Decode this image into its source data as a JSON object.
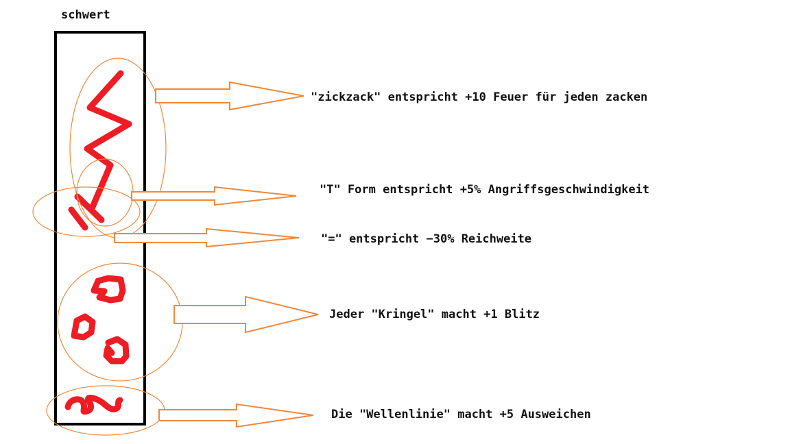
{
  "title": "schwert",
  "annotations": [
    {
      "id": "zickzack",
      "text": "\"zickzack\" entspricht +10 Feuer für jeden zacken"
    },
    {
      "id": "t-form",
      "text": "\"T\" Form entspricht +5% Angriffsgeschwindigkeit"
    },
    {
      "id": "gleich",
      "text": "\"=\" entspricht −30% Reichweite"
    },
    {
      "id": "kringel",
      "text": "Jeder \"Kringel\" macht +1 Blitz"
    },
    {
      "id": "wellenlinie",
      "text": "Die \"Wellenlinie\" macht +5 Ausweichen"
    }
  ],
  "colors": {
    "outline": "#000000",
    "symbol": "#ee1c24",
    "highlight": "#f0883a"
  }
}
